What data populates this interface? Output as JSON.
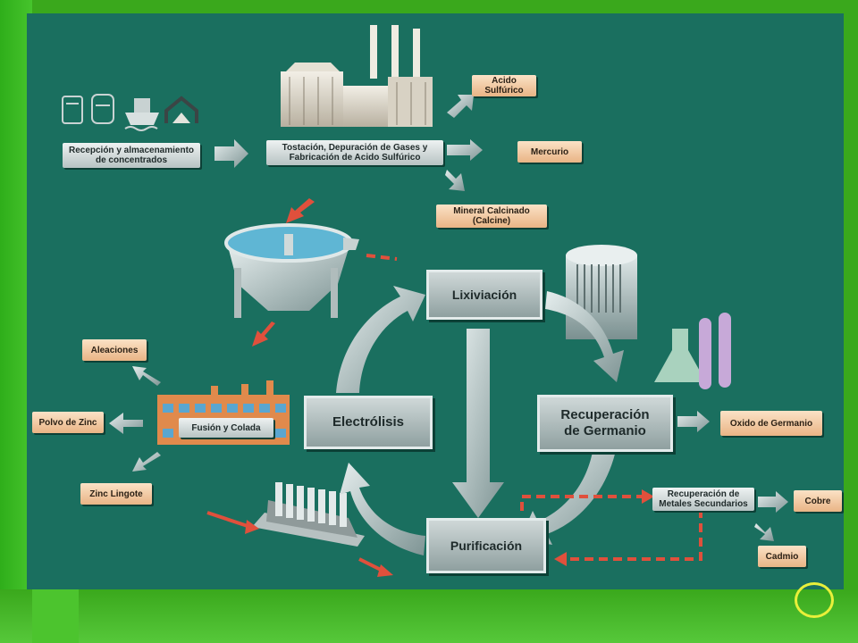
{
  "labels": {
    "recepcion": "Recepción y almacenamiento de concentrados",
    "tostacion": "Tostación, Depuración de Gases y Fabricación de Acido Sulfúrico",
    "acido": "Acido Sulfúrico",
    "mercurio": "Mercurio",
    "mineral": "Mineral Calcinado (Calcine)",
    "lixiviacion": "Lixiviación",
    "recuperacion_ge": "Recuperación de Germanio",
    "oxido_ge": "Oxido de Germanio",
    "electrolisis": "Electrólisis",
    "purificacion": "Purificación",
    "rec_metales": "Recuperación de Metales Secundarios",
    "cobre": "Cobre",
    "cadmio": "Cadmio",
    "fusion": "Fusión y Colada",
    "aleaciones": "Aleaciones",
    "polvo_zinc": "Polvo de Zinc",
    "zinc_lingote": "Zinc Lingote"
  },
  "colors": {
    "panel": "#1a6f5f",
    "background": "#3aa81c",
    "label_fill": "#f2c9a0",
    "box_fill": "#b8c4c4",
    "red_arrow": "#e0503c",
    "ring": "#e8f03a"
  }
}
